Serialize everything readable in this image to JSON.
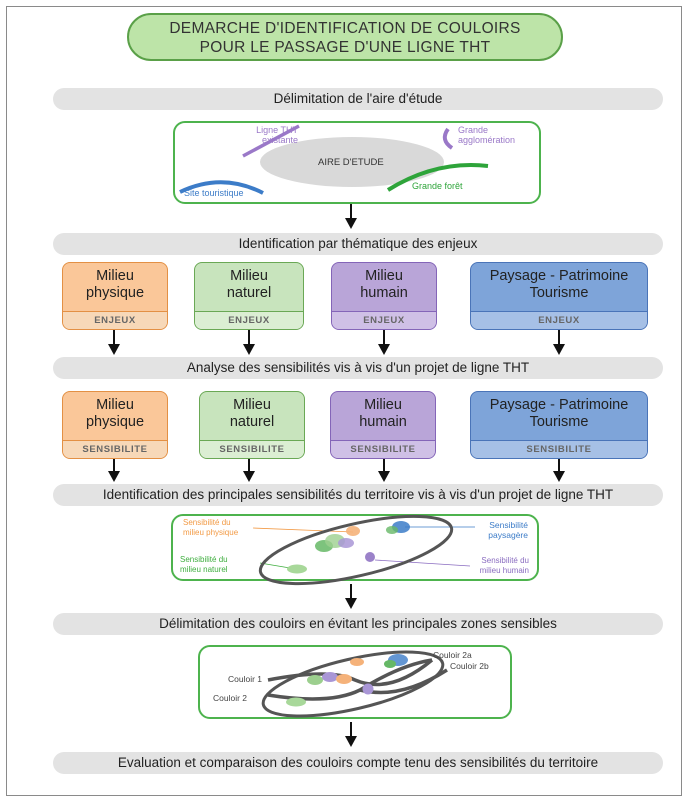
{
  "title": {
    "line1": "DEMARCHE D'IDENTIFICATION DE COULOIRS",
    "line2": "POUR LE PASSAGE D'UNE LIGNE THT"
  },
  "steps": [
    "Délimitation de l'aire d'étude",
    "Identification par thématique des enjeux",
    "Analyse des sensibilités vis à vis d'un projet de ligne THT",
    "Identification des principales sensibilités du territoire vis à vis d'un projet de ligne THT",
    "Délimitation des couloirs en évitant les principales zones sensibles",
    "Evaluation et comparaison des couloirs compte tenu des sensibilités du territoire"
  ],
  "study_area": {
    "ligne_tht": [
      "Ligne THT",
      "existante"
    ],
    "aire": "AIRE D'ETUDE",
    "agglo": [
      "Grande",
      "agglomération"
    ],
    "site": "Site touristique",
    "foret": "Grande forêt"
  },
  "themes": {
    "physique": [
      "Milieu",
      "physique"
    ],
    "naturel": [
      "Milieu",
      "naturel"
    ],
    "humain": [
      "Milieu",
      "humain"
    ],
    "paysage": [
      "Paysage - Patrimoine",
      "Tourisme"
    ]
  },
  "tags": {
    "enjeux": "ENJEUX",
    "sensibilite": "SENSIBILITE"
  },
  "sensibilites": {
    "physique": [
      "Sensibilité du",
      "milieu physique"
    ],
    "naturel": [
      "Sensibilité du",
      "milieu naturel"
    ],
    "paysage": [
      "Sensibilité",
      "paysagère"
    ],
    "humain": [
      "Sensibilité du",
      "milieu humain"
    ]
  },
  "couloirs": {
    "c1": "Couloir 1",
    "c2": "Couloir 2",
    "c2a": "Couloir 2a",
    "c2b": "Couloir 2b"
  },
  "colors": {
    "orange": "#f29a45",
    "green": "#3fae3f",
    "purple": "#8a6cc0",
    "blue": "#3c7cc8"
  }
}
